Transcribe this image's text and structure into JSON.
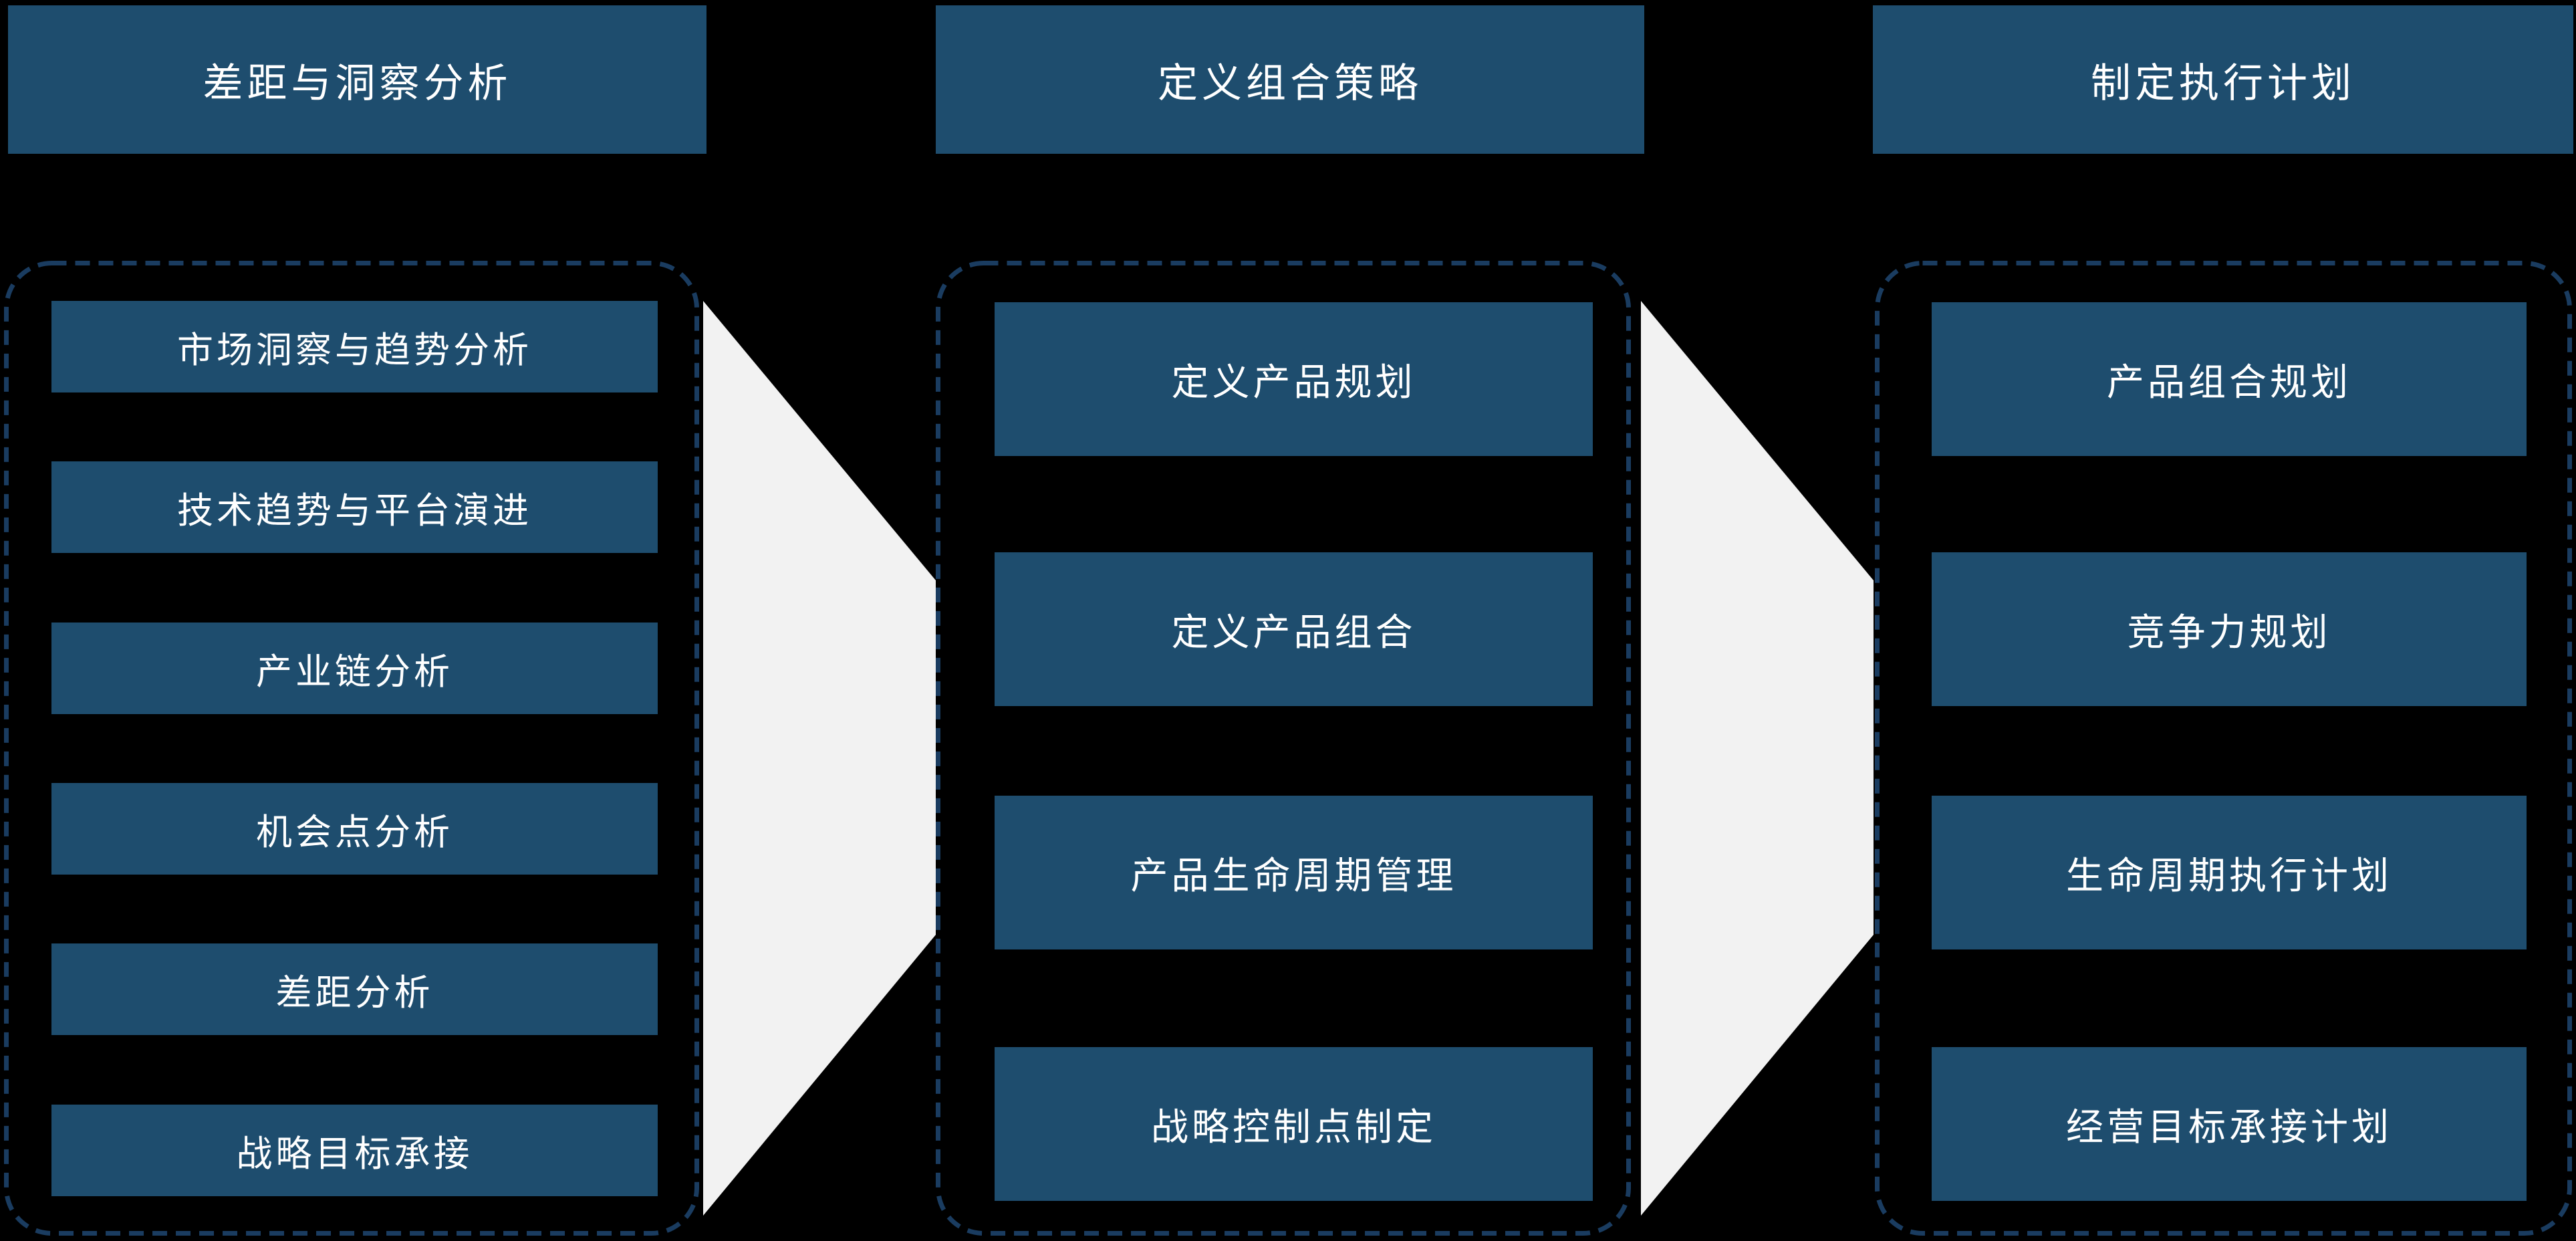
{
  "diagram": {
    "type": "process-flow",
    "background_color": "#000000",
    "colors": {
      "stage_box_fill": "#1E4D6E",
      "dashed_border": "#1A3C60",
      "arrow_fill": "#F2F2F2",
      "text": "#FFFFFF"
    },
    "columns": [
      {
        "header": "差距与洞察分析",
        "items": [
          "市场洞察与趋势分析",
          "技术趋势与平台演进",
          "产业链分析",
          "机会点分析",
          "差距分析",
          "战略目标承接"
        ]
      },
      {
        "header": "定义组合策略",
        "items": [
          "定义产品规划",
          "定义产品组合",
          "产品生命周期管理",
          "战略控制点制定"
        ]
      },
      {
        "header": "制定执行计划",
        "items": [
          "产品组合规划",
          "竞争力规划",
          "生命周期执行计划",
          "经营目标承接计划"
        ]
      }
    ],
    "arrows": [
      {
        "name": "stage1-to-stage2",
        "direction": "right"
      },
      {
        "name": "stage2-to-stage3",
        "direction": "right"
      }
    ]
  }
}
